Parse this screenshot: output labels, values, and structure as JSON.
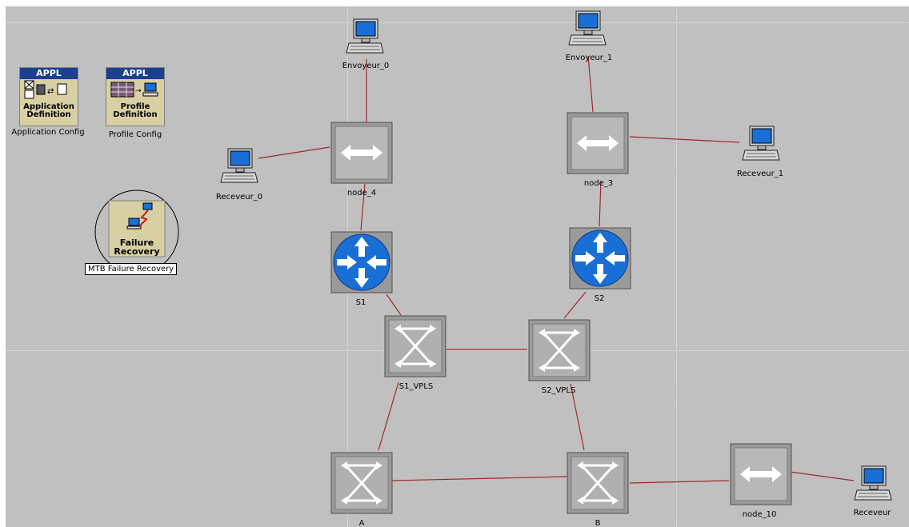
{
  "canvas": {
    "background": "#c0c0c0",
    "link_color": "#a02828",
    "router_color": "#1a6fd6"
  },
  "utilities": {
    "application": {
      "badge": "APPL",
      "line1": "Application",
      "line2": "Definition",
      "label": "Application Config"
    },
    "profile": {
      "badge": "APPL",
      "line1": "Profile",
      "line2": "Definition",
      "label": "Profile Config"
    },
    "failure": {
      "line1": "Failure",
      "line2": "Recovery",
      "label": "MTB Failure Recovery"
    }
  },
  "hosts": {
    "envoyeur_0": "Envoyeur_0",
    "envoyeur_1": "Envoyeur_1",
    "receveur_0": "Receveur_0",
    "receveur_1": "Receveur_1",
    "receveur": "Receveur"
  },
  "hubs": {
    "node_4": "node_4",
    "node_3": "node_3",
    "node_10": "node_10"
  },
  "routers": {
    "s1": "S1",
    "s2": "S2"
  },
  "switches": {
    "s1_vpls": "S1_VPLS",
    "s2_vpls": "S2_VPLS",
    "a": "A",
    "b": "B"
  }
}
